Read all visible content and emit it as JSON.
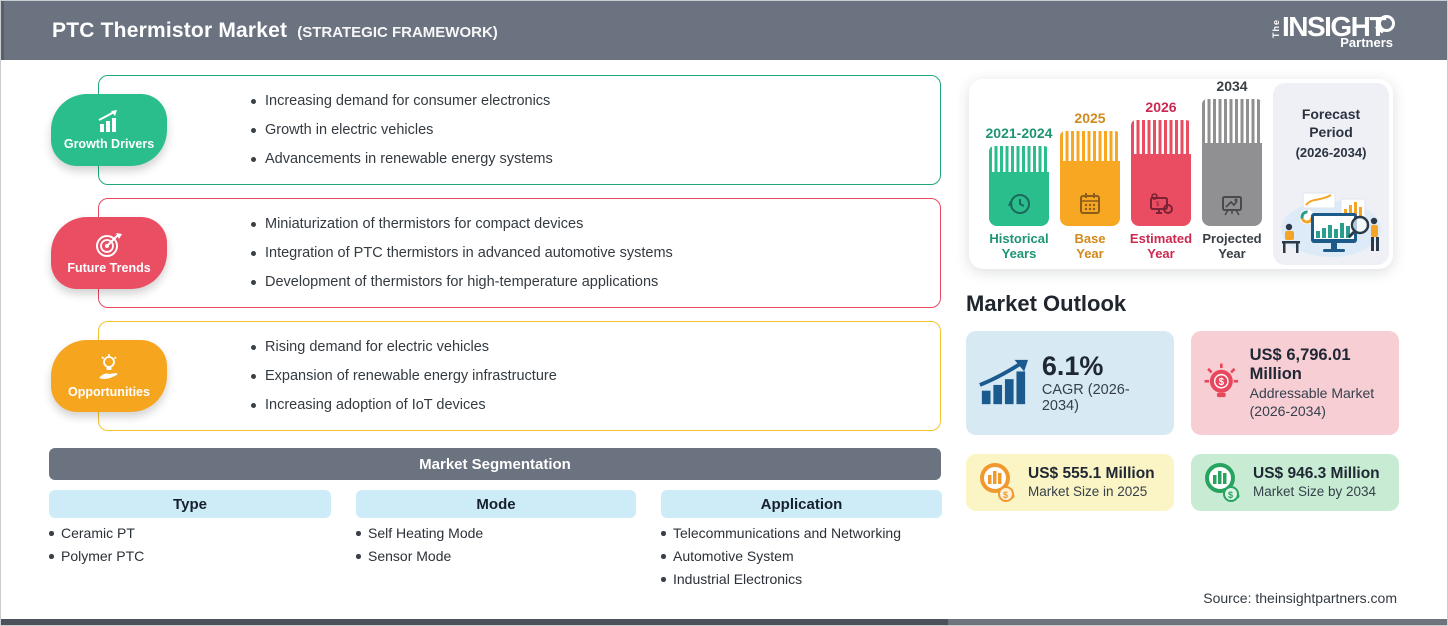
{
  "header": {
    "title": "PTC Thermistor Market",
    "subtitle": "(STRATEGIC FRAMEWORK)",
    "logo": {
      "the": "The",
      "insight": "INSIGHT",
      "partners": "Partners"
    }
  },
  "panels": [
    {
      "label": "Growth Drivers",
      "color": "#2abe8d",
      "border_color": "#21a77e",
      "icon": "growth-chart-icon",
      "items": [
        "Increasing demand for consumer electronics",
        "Growth in electric vehicles",
        "Advancements in renewable energy systems"
      ]
    },
    {
      "label": "Future Trends",
      "color": "#ea4e63",
      "border_color": "#e84a5f",
      "icon": "target-dart-icon",
      "items": [
        "Miniaturization of thermistors for compact devices",
        "Integration of PTC thermistors in advanced automotive systems",
        "Development of thermistors for high-temperature applications"
      ]
    },
    {
      "label": "Opportunities",
      "color": "#f6a51f",
      "border_color": "#f2c330",
      "icon": "bulb-hand-icon",
      "items": [
        "Rising demand for electric vehicles",
        "Expansion of renewable energy infrastructure",
        "Increasing adoption of IoT devices"
      ]
    }
  ],
  "segmentation": {
    "title": "Market Segmentation",
    "header_bg": "#6b7280",
    "column_bg": "#cdecf8",
    "columns": [
      {
        "header": "Type",
        "items": [
          "Ceramic PT",
          "Polymer PTC"
        ]
      },
      {
        "header": "Mode",
        "items": [
          "Self Heating Mode",
          "Sensor Mode"
        ]
      },
      {
        "header": "Application",
        "items": [
          "Telecommunications and Networking",
          "Automotive System",
          "Industrial Electronics"
        ]
      }
    ]
  },
  "timeline": {
    "bars": [
      {
        "year": "2021-2024",
        "label1": "Historical",
        "label2": "Years",
        "color": "#2abe8d",
        "icon": "history-clock-icon"
      },
      {
        "year": "2025",
        "label1": "Base",
        "label2": "Year",
        "color": "#f8a723",
        "icon": "calendar-icon"
      },
      {
        "year": "2026",
        "label1": "Estimated",
        "label2": "Year",
        "color": "#ea4d62",
        "icon": "monitor-gear-icon"
      },
      {
        "year": "2034",
        "label1": "Projected",
        "label2": "Year",
        "color": "#909092",
        "icon": "projection-screen-icon"
      }
    ],
    "forecast_line1": "Forecast",
    "forecast_line2": "Period",
    "forecast_range": "(2026-2034)"
  },
  "market_outlook": {
    "title": "Market Outlook",
    "cagr_card": {
      "value": "6.1%",
      "label": "CAGR (2026-2034)",
      "bg": "#d7e9f3",
      "icon_color": "#1b5a8e"
    },
    "addressable_card": {
      "value": "US$ 6,796.01 Million",
      "label": "Addressable Market",
      "label2": "(2026-2034)",
      "bg": "#f7ced4",
      "icon_color": "#e8485e"
    },
    "size2025_card": {
      "value": "US$ 555.1 Million",
      "label": "Market Size in 2025",
      "bg": "#fbf4c4",
      "icon_color": "#f0992e"
    },
    "size2034_card": {
      "value": "US$ 946.3 Million",
      "label": "Market Size by 2034",
      "bg": "#c8ecd3",
      "icon_color": "#27a35f"
    }
  },
  "source": "Source: theinsightpartners.com"
}
